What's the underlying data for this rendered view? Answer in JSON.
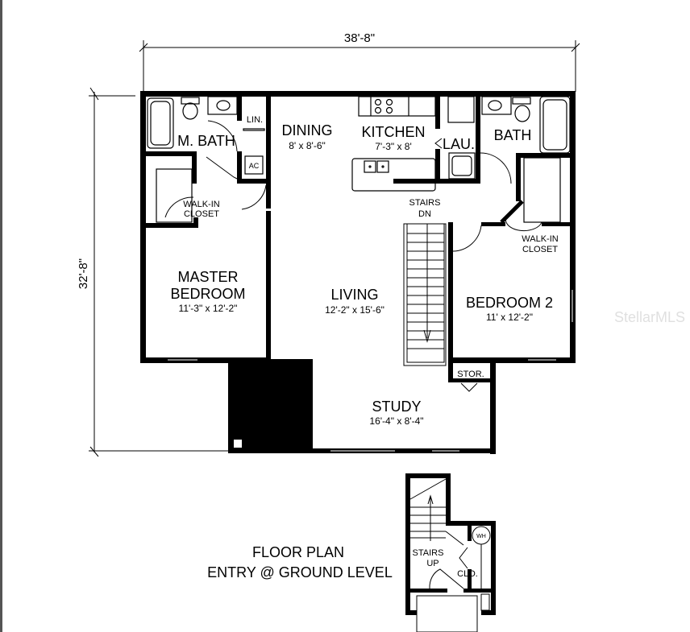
{
  "plan": {
    "overall_width": "38'-8\"",
    "overall_depth": "32'-8\"",
    "title_line1": "FLOOR PLAN",
    "title_line2": "ENTRY @ GROUND LEVEL",
    "watermark": "StellarMLS"
  },
  "rooms": {
    "m_bath": {
      "name": "M. BATH"
    },
    "lin": {
      "name": "LIN."
    },
    "ac": {
      "name": "AC"
    },
    "walkin_master": {
      "line1": "WALK-IN",
      "line2": "CLOSET"
    },
    "dining": {
      "name": "DINING",
      "size": "8' x 8'-6\""
    },
    "kitchen": {
      "name": "KITCHEN",
      "size": "7'-3\" x 8'"
    },
    "laundry": {
      "name": "LAU."
    },
    "bath": {
      "name": "BATH"
    },
    "walkin_bed2": {
      "line1": "WALK-IN",
      "line2": "CLOSET"
    },
    "stairs_dn": {
      "line1": "STAIRS",
      "line2": "DN"
    },
    "master_bedroom": {
      "line1": "MASTER",
      "line2": "BEDROOM",
      "size": "11'-3\" x 12'-2\""
    },
    "living": {
      "name": "LIVING",
      "size": "12'-2\" x 15'-6\""
    },
    "bedroom2": {
      "name": "BEDROOM 2",
      "size": "11' x 12'-2\""
    },
    "stor": {
      "name": "STOR."
    },
    "study": {
      "name": "STUDY",
      "size": "16'-4\" x 8'-4\""
    }
  },
  "ground": {
    "stairs_up": {
      "line1": "STAIRS",
      "line2": "UP"
    },
    "clo": {
      "name": "CLO."
    },
    "wh": {
      "name": "WH"
    }
  }
}
